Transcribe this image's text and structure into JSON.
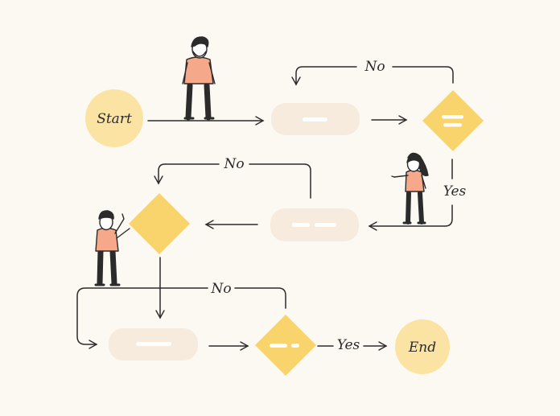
{
  "labels": {
    "start": "Start",
    "end": "End",
    "no_top": "No",
    "yes_right": "Yes",
    "no_middle": "No",
    "no_lower": "No",
    "yes_bottom": "Yes"
  },
  "colors": {
    "background": "#fcf9f3",
    "terminal_fill": "#fbe3a4",
    "process_fill": "#f7ebdd",
    "decision_fill": "#f9d46d",
    "line": "#2b2b2b",
    "figure_shirt": "#f5a98a",
    "figure_pants": "#2b2b2b",
    "figure_skin": "#ffffff",
    "figure_hair": "#2b2b2b"
  },
  "icons": {
    "man_top": "standing-man-icon",
    "woman_right": "pointing-woman-icon",
    "man_left": "waving-man-icon"
  }
}
